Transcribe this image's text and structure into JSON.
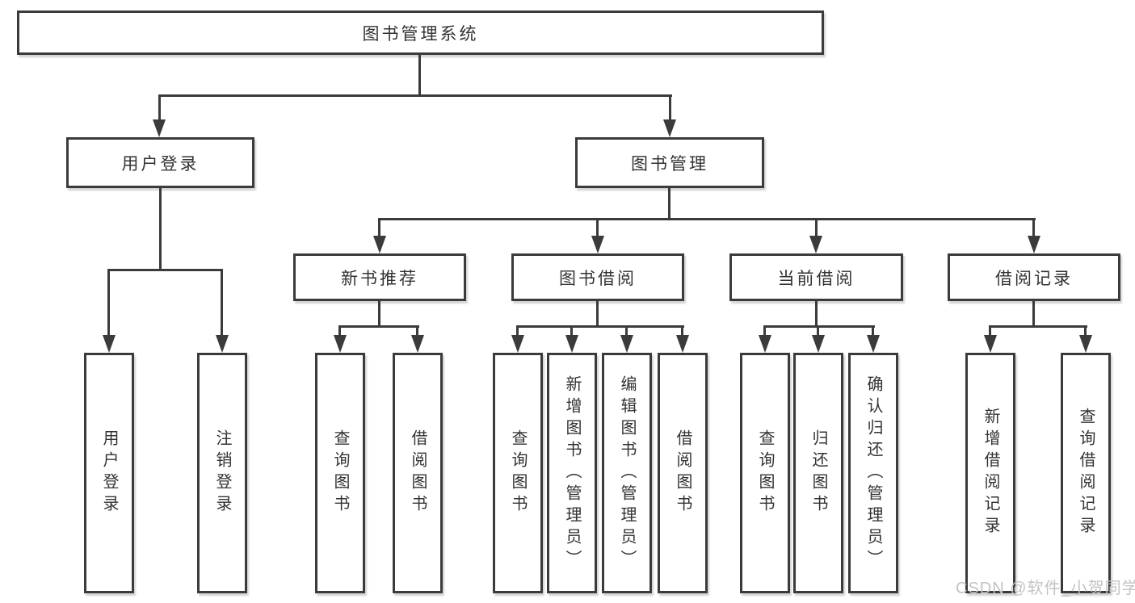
{
  "diagram": {
    "root": {
      "label": "图书管理系统"
    },
    "level1": [
      {
        "label": "用户登录"
      },
      {
        "label": "图书管理"
      }
    ],
    "level2": [
      {
        "label": "新书推荐",
        "parent": "图书管理"
      },
      {
        "label": "图书借阅",
        "parent": "图书管理"
      },
      {
        "label": "当前借阅",
        "parent": "图书管理"
      },
      {
        "label": "借阅记录",
        "parent": "图书管理"
      }
    ],
    "leaves": [
      {
        "label": "用户登录",
        "parent": "用户登录"
      },
      {
        "label": "注销登录",
        "parent": "用户登录"
      },
      {
        "label": "查询图书",
        "parent": "新书推荐"
      },
      {
        "label": "借阅图书",
        "parent": "新书推荐"
      },
      {
        "label": "查询图书",
        "parent": "图书借阅"
      },
      {
        "label": "新增图书（管理员）",
        "parent": "图书借阅"
      },
      {
        "label": "编辑图书（管理员）",
        "parent": "图书借阅"
      },
      {
        "label": "借阅图书",
        "parent": "图书借阅"
      },
      {
        "label": "查询图书",
        "parent": "当前借阅"
      },
      {
        "label": "归还图书",
        "parent": "当前借阅"
      },
      {
        "label": "确认归还（管理员）",
        "parent": "当前借阅"
      },
      {
        "label": "新增借阅记录",
        "parent": "借阅记录"
      },
      {
        "label": "查询借阅记录",
        "parent": "借阅记录"
      }
    ]
  },
  "watermark": {
    "text": "CSDN @软件_小贺同学",
    "color": "#c3c3c3"
  },
  "colors": {
    "line": "#3b3b3b",
    "text": "#333333",
    "background": "#ffffff"
  }
}
